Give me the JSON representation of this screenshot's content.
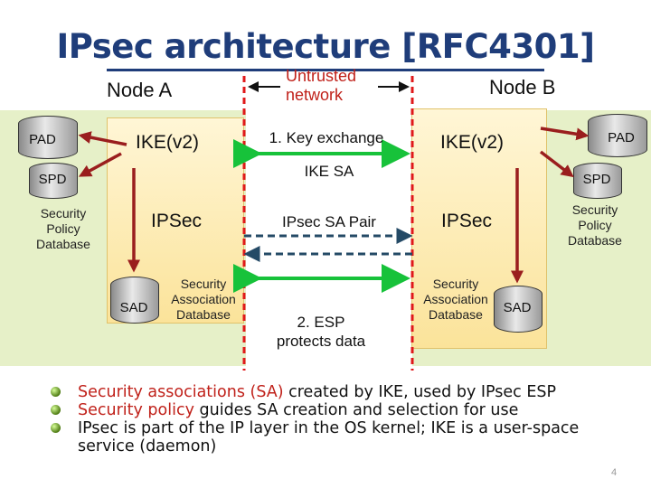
{
  "title": "IPsec architecture [RFC4301]",
  "node_a": {
    "label": "Node A",
    "ike": "IKE(v2)",
    "ipsec": "IPSec",
    "sad": "SAD",
    "sad_desc": "Security Association Database",
    "pad": "PAD",
    "spd": "SPD",
    "spd_desc": "Security Policy Database"
  },
  "node_b": {
    "label": "Node B",
    "ike": "IKE(v2)",
    "ipsec": "IPSec",
    "sad": "SAD",
    "sad_desc": "Security Association Database",
    "pad": "PAD",
    "spd": "SPD",
    "spd_desc": "Security Policy Database"
  },
  "network": {
    "untrusted": "Untrusted network",
    "key_exchange": "1. Key exchange",
    "ike_sa": "IKE SA",
    "ipsec_sa_pair": "IPsec SA Pair",
    "esp": "2. ESP protects data"
  },
  "bullets": [
    {
      "highlight": "Security associations (SA)",
      "rest": " created by IKE, used by IPsec ESP"
    },
    {
      "highlight": "Security policy",
      "rest": " guides SA creation and selection for use"
    },
    {
      "highlight": "",
      "rest": "IPsec is part of the IP layer in the OS kernel; IKE is a user-space service (daemon)"
    }
  ],
  "page_number": "4",
  "colors": {
    "title": "#1f3d7a",
    "highlight": "#c0211a",
    "node_bg": "#e6f0c8",
    "green_arrow": "#17c23a",
    "blue_arrow": "#244a66",
    "red_arrow": "#9a1e1e",
    "boundary": "#e0181a"
  }
}
